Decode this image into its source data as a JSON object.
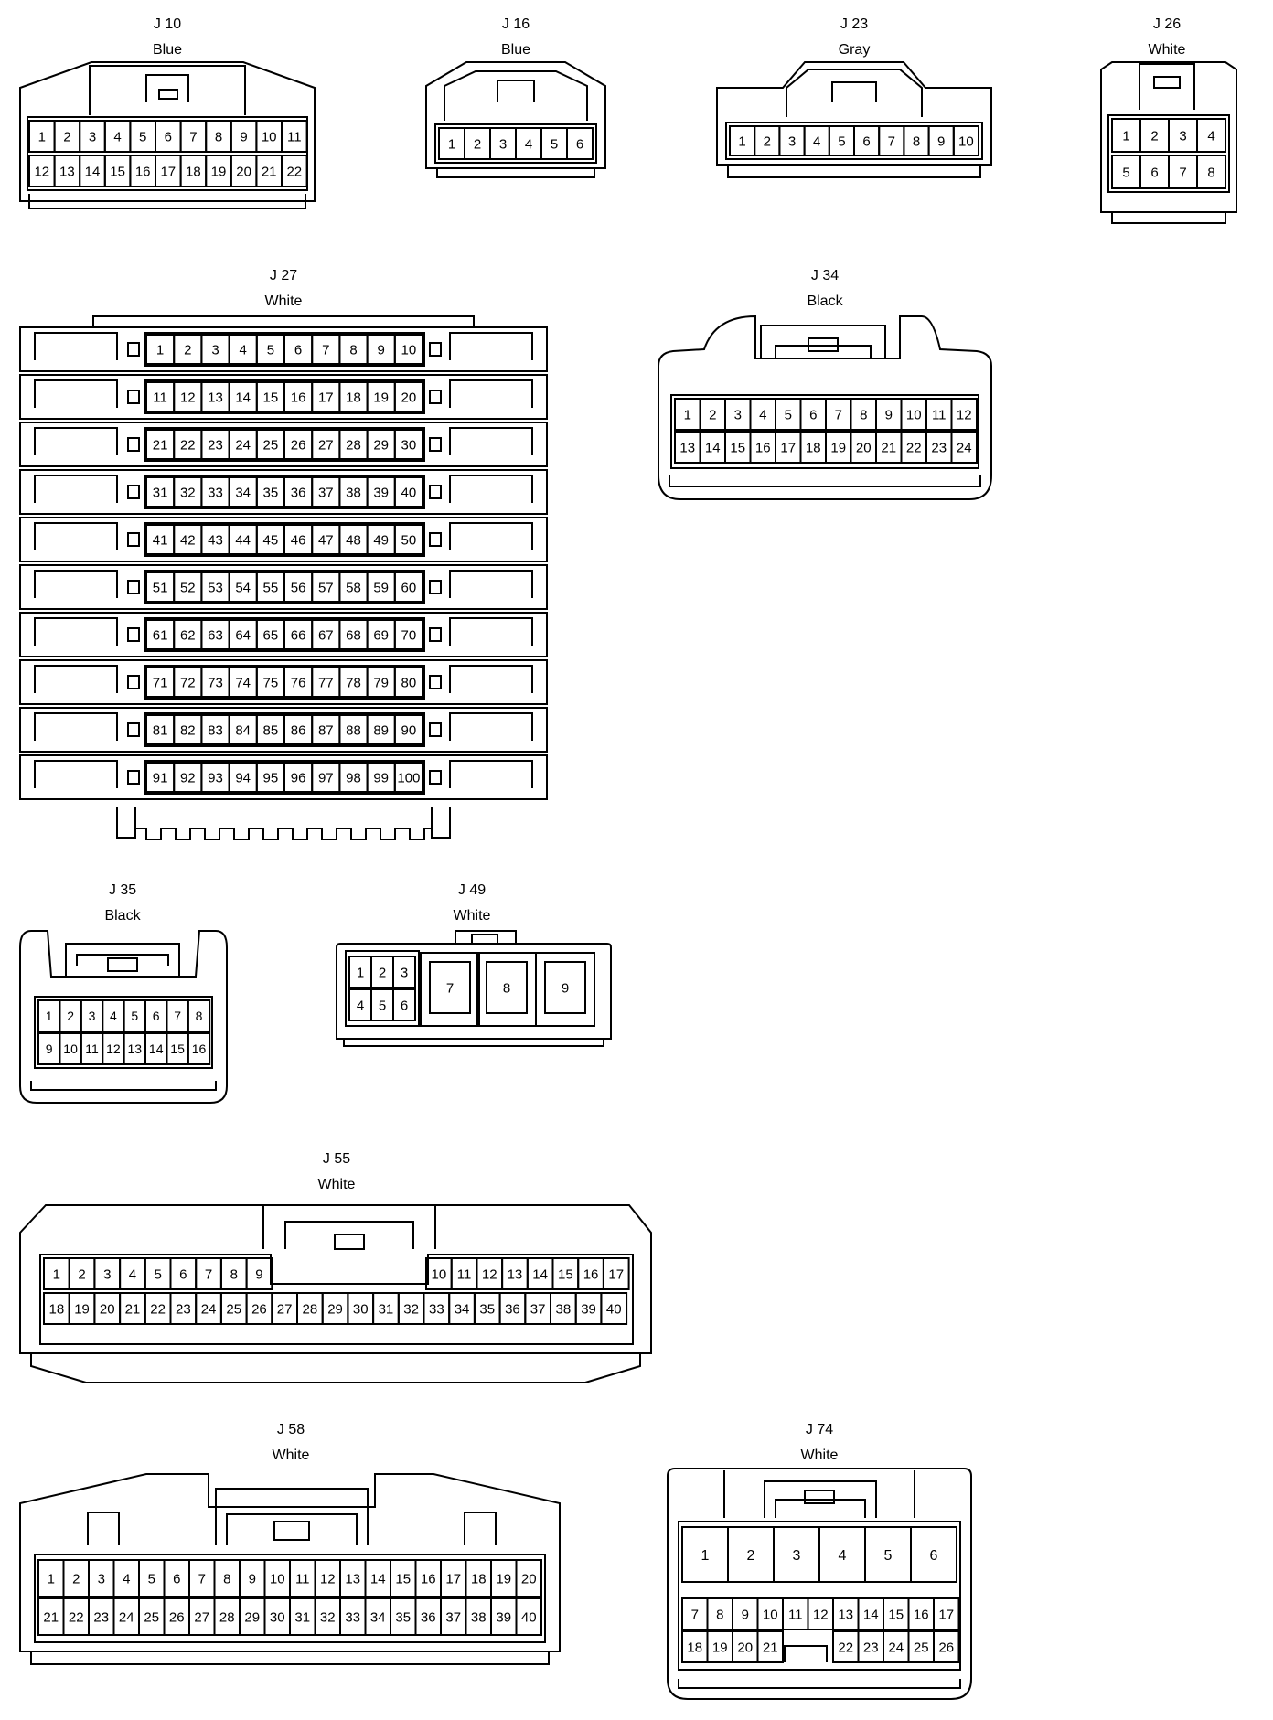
{
  "connectors": {
    "j10": {
      "name": "J 10",
      "color": "Blue",
      "row1": [
        "1",
        "2",
        "3",
        "4",
        "5",
        "6",
        "7",
        "8",
        "9",
        "10",
        "11"
      ],
      "row2": [
        "12",
        "13",
        "14",
        "15",
        "16",
        "17",
        "18",
        "19",
        "20",
        "21",
        "22"
      ]
    },
    "j16": {
      "name": "J 16",
      "color": "Blue",
      "row1": [
        "1",
        "2",
        "3",
        "4",
        "5",
        "6"
      ]
    },
    "j23": {
      "name": "J 23",
      "color": "Gray",
      "row1": [
        "1",
        "2",
        "3",
        "4",
        "5",
        "6",
        "7",
        "8",
        "9",
        "10"
      ]
    },
    "j26": {
      "name": "J 26",
      "color": "White",
      "row1": [
        "1",
        "2",
        "3",
        "4"
      ],
      "row2": [
        "5",
        "6",
        "7",
        "8"
      ]
    },
    "j27": {
      "name": "J 27",
      "color": "White",
      "rows": [
        [
          "1",
          "2",
          "3",
          "4",
          "5",
          "6",
          "7",
          "8",
          "9",
          "10"
        ],
        [
          "11",
          "12",
          "13",
          "14",
          "15",
          "16",
          "17",
          "18",
          "19",
          "20"
        ],
        [
          "21",
          "22",
          "23",
          "24",
          "25",
          "26",
          "27",
          "28",
          "29",
          "30"
        ],
        [
          "31",
          "32",
          "33",
          "34",
          "35",
          "36",
          "37",
          "38",
          "39",
          "40"
        ],
        [
          "41",
          "42",
          "43",
          "44",
          "45",
          "46",
          "47",
          "48",
          "49",
          "50"
        ],
        [
          "51",
          "52",
          "53",
          "54",
          "55",
          "56",
          "57",
          "58",
          "59",
          "60"
        ],
        [
          "61",
          "62",
          "63",
          "64",
          "65",
          "66",
          "67",
          "68",
          "69",
          "70"
        ],
        [
          "71",
          "72",
          "73",
          "74",
          "75",
          "76",
          "77",
          "78",
          "79",
          "80"
        ],
        [
          "81",
          "82",
          "83",
          "84",
          "85",
          "86",
          "87",
          "88",
          "89",
          "90"
        ],
        [
          "91",
          "92",
          "93",
          "94",
          "95",
          "96",
          "97",
          "98",
          "99",
          "100"
        ]
      ]
    },
    "j34": {
      "name": "J 34",
      "color": "Black",
      "row1": [
        "1",
        "2",
        "3",
        "4",
        "5",
        "6",
        "7",
        "8",
        "9",
        "10",
        "11",
        "12"
      ],
      "row2": [
        "13",
        "14",
        "15",
        "16",
        "17",
        "18",
        "19",
        "20",
        "21",
        "22",
        "23",
        "24"
      ]
    },
    "j35": {
      "name": "J 35",
      "color": "Black",
      "row1": [
        "1",
        "2",
        "3",
        "4",
        "5",
        "6",
        "7",
        "8"
      ],
      "row2": [
        "9",
        "10",
        "11",
        "12",
        "13",
        "14",
        "15",
        "16"
      ]
    },
    "j49": {
      "name": "J 49",
      "color": "White",
      "row1": [
        "1",
        "2",
        "3"
      ],
      "row2": [
        "4",
        "5",
        "6"
      ],
      "large": [
        "7",
        "8",
        "9"
      ]
    },
    "j55": {
      "name": "J 55",
      "color": "White",
      "row1_left": [
        "1",
        "2",
        "3",
        "4",
        "5",
        "6",
        "7",
        "8",
        "9"
      ],
      "row1_right": [
        "10",
        "11",
        "12",
        "13",
        "14",
        "15",
        "16",
        "17"
      ],
      "row2": [
        "18",
        "19",
        "20",
        "21",
        "22",
        "23",
        "24",
        "25",
        "26",
        "27",
        "28",
        "29",
        "30",
        "31",
        "32",
        "33",
        "34",
        "35",
        "36",
        "37",
        "38",
        "39",
        "40"
      ]
    },
    "j58": {
      "name": "J 58",
      "color": "White",
      "row1": [
        "1",
        "2",
        "3",
        "4",
        "5",
        "6",
        "7",
        "8",
        "9",
        "10",
        "11",
        "12",
        "13",
        "14",
        "15",
        "16",
        "17",
        "18",
        "19",
        "20"
      ],
      "row2": [
        "21",
        "22",
        "23",
        "24",
        "25",
        "26",
        "27",
        "28",
        "29",
        "30",
        "31",
        "32",
        "33",
        "34",
        "35",
        "36",
        "37",
        "38",
        "39",
        "40"
      ]
    },
    "j74": {
      "name": "J 74",
      "color": "White",
      "large": [
        "1",
        "2",
        "3",
        "4",
        "5",
        "6"
      ],
      "row2": [
        "7",
        "8",
        "9",
        "10",
        "11",
        "12",
        "13",
        "14",
        "15",
        "16",
        "17"
      ],
      "row3_left": [
        "18",
        "19",
        "20",
        "21"
      ],
      "row3_right": [
        "22",
        "23",
        "24",
        "25",
        "26"
      ]
    }
  }
}
